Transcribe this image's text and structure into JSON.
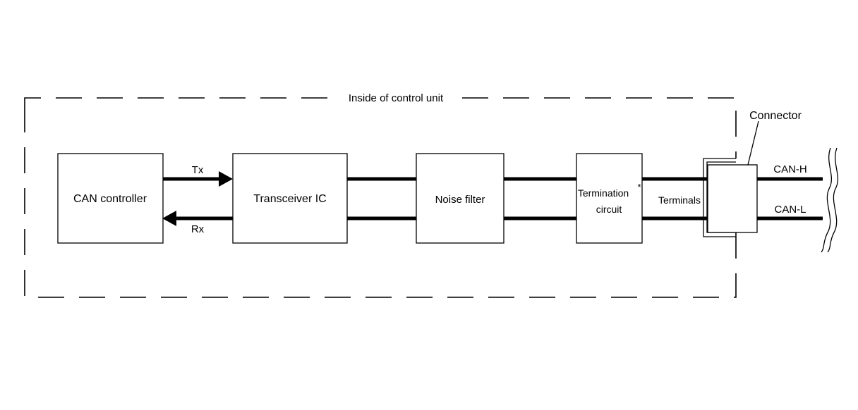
{
  "region_label": "Inside of control unit",
  "blocks": {
    "can_controller": "CAN controller",
    "transceiver": "Transceiver IC",
    "noise_filter": "Noise filter",
    "termination_line1": "Termination",
    "termination_line2": "circuit",
    "termination_mark": "*"
  },
  "signals": {
    "tx": "Tx",
    "rx": "Rx"
  },
  "connector": {
    "label": "Connector",
    "terminals": "Terminals",
    "can_h": "CAN-H",
    "can_l": "CAN-L"
  }
}
